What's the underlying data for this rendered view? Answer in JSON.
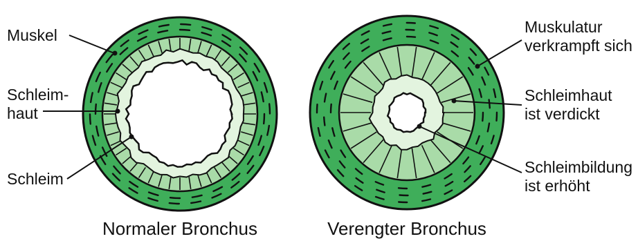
{
  "left": {
    "caption": "Normaler Bronchus",
    "labels": {
      "muscle": "Muskel",
      "mucosa_1": "Schleim-",
      "mucosa_2": "haut",
      "mucus": "Schleim"
    }
  },
  "right": {
    "caption": "Verengter Bronchus",
    "labels": {
      "muscle_1": "Muskulatur",
      "muscle_2": "verkrampft sich",
      "mucosa_1": "Schleimhaut",
      "mucosa_2": "ist verdickt",
      "mucus_1": "Schleimbildung",
      "mucus_2": "ist erhöht"
    }
  },
  "colors": {
    "muscle_green": "#3fae5a",
    "mucosa_green": "#a9dba8",
    "inner_layer": "#e3f4df",
    "outline": "#111111"
  }
}
